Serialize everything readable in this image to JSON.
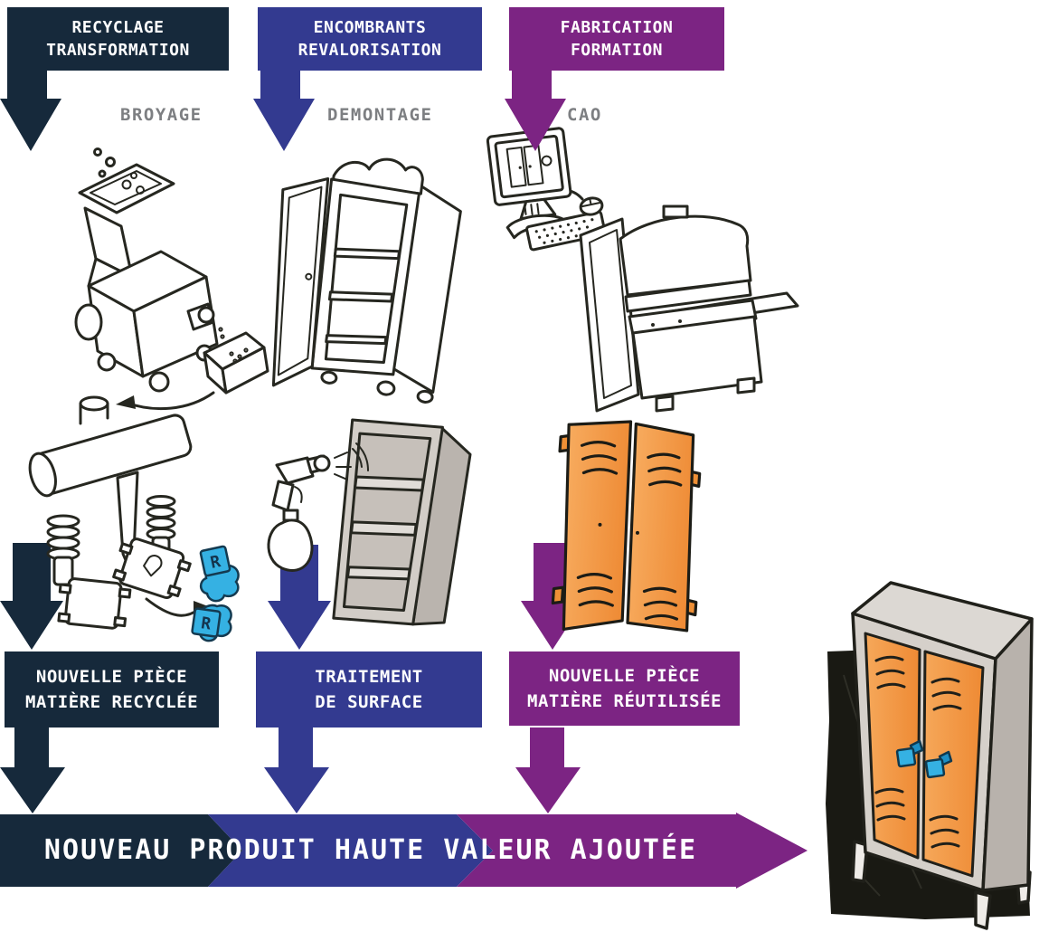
{
  "columns": [
    {
      "header_line1": "RECYCLAGE",
      "header_line2": "TRANSFORMATION",
      "stage_label": "BROYAGE",
      "box_line1": "NOUVELLE PIÈCE",
      "box_line2": "MATIÈRE RECYCLÉE",
      "color": "#16293b"
    },
    {
      "header_line1": "ENCOMBRANTS",
      "header_line2": "REVALORISATION",
      "stage_label": "DEMONTAGE",
      "box_line1": "TRAITEMENT",
      "box_line2": "DE SURFACE",
      "color": "#333a90"
    },
    {
      "header_line1": "FABRICATION",
      "header_line2": "FORMATION",
      "stage_label": "CAO",
      "box_line1": "NOUVELLE PIÈCE",
      "box_line2": "MATIÈRE RÉUTILISÉE",
      "color": "#7c2483"
    }
  ],
  "banner": {
    "text": "NOUVEAU PRODUIT HAUTE VALEUR AJOUTÉE"
  },
  "recycled_tag_label": "R",
  "colors": {
    "navy": "#16293b",
    "indigo": "#333a90",
    "purple": "#7c2483",
    "stage_label_gray": "#7d7f82",
    "door_orange": "#ef8f3c",
    "accent_blue": "#35b1e3",
    "banner_text": "#ffffff"
  }
}
